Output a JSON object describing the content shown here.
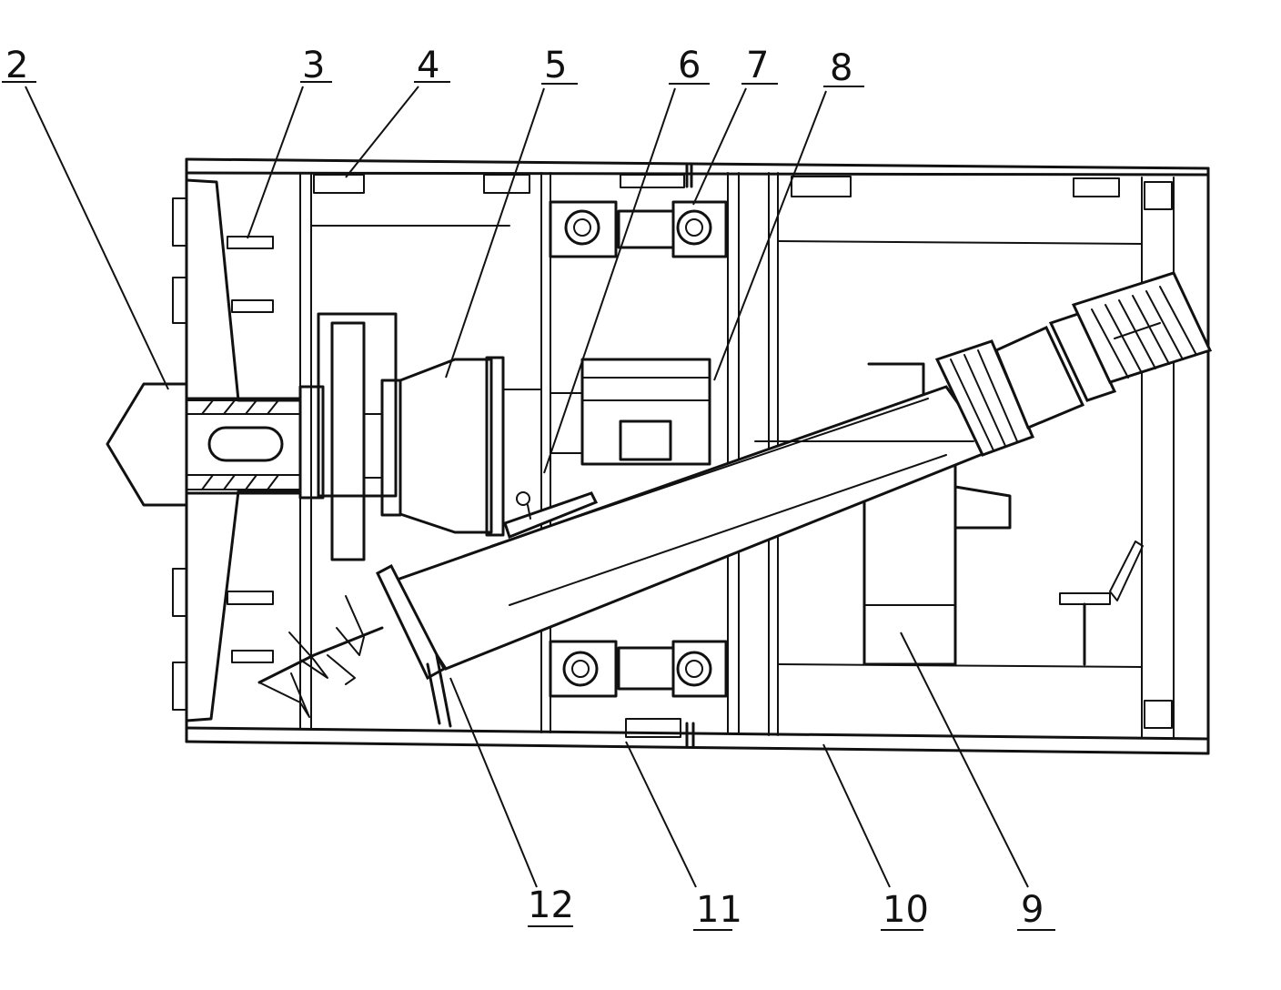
{
  "labels": {
    "l2": "2",
    "l3": "3",
    "l4": "4",
    "l5": "5",
    "l6": "6",
    "l7": "7",
    "l8": "8",
    "l9": "9",
    "l10": "10",
    "l11": "11",
    "l12": "12"
  },
  "colors": {
    "ink": "#111111",
    "paper": "#ffffff"
  }
}
